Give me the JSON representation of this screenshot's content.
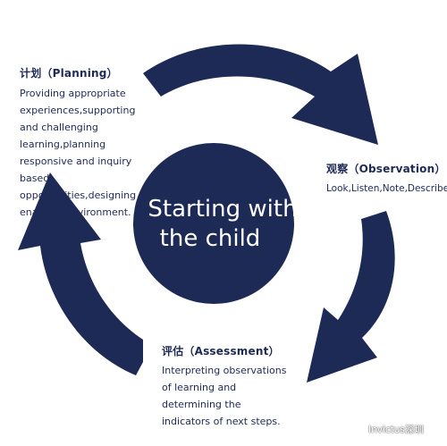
{
  "center": {
    "line1": "Starting with",
    "line2": "the child"
  },
  "planning": {
    "title": "计划（Planning）",
    "description": "Providing appropriate experiences,supporting and challenging learning,planning responsive and inquiry based opportunities,designing enabling environment."
  },
  "observation": {
    "title": "观察（Observation）",
    "description": "Look,Listen,Note,Describe"
  },
  "assessment": {
    "title": "评估（Assessment）",
    "description": "Interpreting observations of learning and determining the indicators of next steps."
  },
  "watermark": {
    "icon": "wechat-icon",
    "text": "Invictus深圳"
  },
  "colors": {
    "navy": "#1e2a56",
    "background": "#ffffff"
  }
}
